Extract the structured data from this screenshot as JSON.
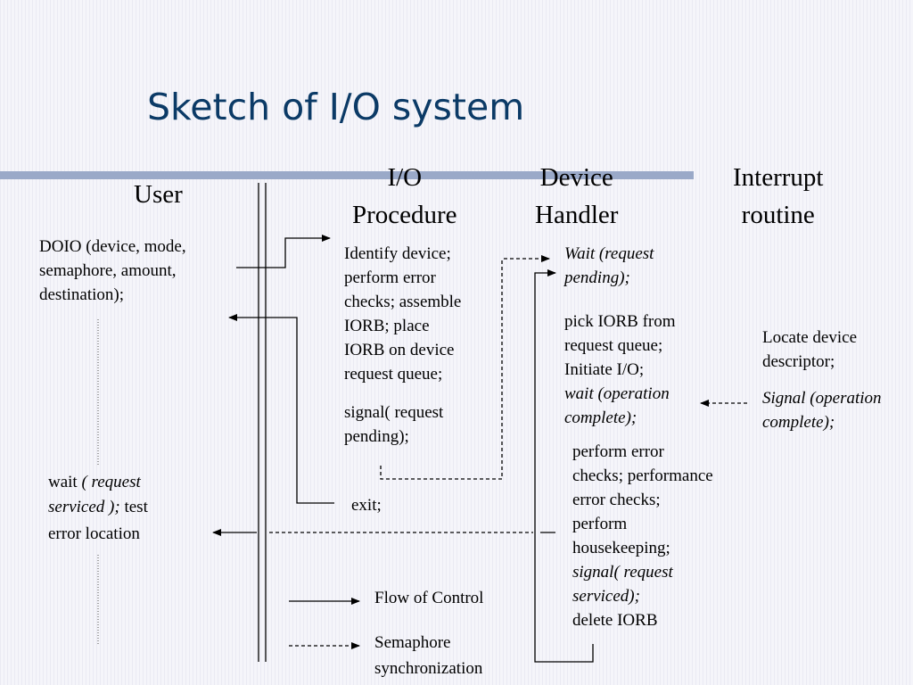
{
  "title": "Sketch of I/O system",
  "columns": {
    "user": "User",
    "io_procedure": [
      "I/O",
      "Procedure"
    ],
    "device_handler": [
      "Device",
      "Handler"
    ],
    "interrupt_routine": [
      "Interrupt",
      "routine"
    ]
  },
  "user_text": {
    "doio": [
      "DOIO (device, mode,",
      "semaphore, amount,",
      "destination);"
    ],
    "wait_1": "wait ",
    "wait_2": "( request",
    "wait_3": "serviced );",
    "wait_4": "  test",
    "wait_5": "error location"
  },
  "io_text": {
    "identify": [
      "Identify device;",
      "perform error",
      "checks; assemble",
      "IORB; place",
      "IORB on device",
      "request queue;"
    ],
    "signal": [
      "signal( request",
      "pending);"
    ],
    "exit": "exit;"
  },
  "handler_text": {
    "wait_pending": [
      "Wait (request",
      "pending);"
    ],
    "pick": [
      "pick IORB from",
      "request queue;",
      "Initiate I/O;"
    ],
    "wait_op": [
      "wait (operation",
      "complete);"
    ],
    "perform": [
      "perform error",
      "checks; performance",
      "error checks;",
      "perform",
      "housekeeping;"
    ],
    "signal_serviced": [
      "signal( request",
      "serviced);"
    ],
    "delete": "delete IORB"
  },
  "interrupt_text": {
    "locate": [
      "Locate device",
      "descriptor;"
    ],
    "signal_op": [
      "Signal (operation",
      "complete);"
    ]
  },
  "legend": {
    "flow": "Flow of  Control",
    "sync": [
      "Semaphore",
      "synchronization"
    ]
  },
  "colors": {
    "title": "#0b3a66",
    "bar": "#9aa9c8",
    "background": "#f5f5fa"
  }
}
